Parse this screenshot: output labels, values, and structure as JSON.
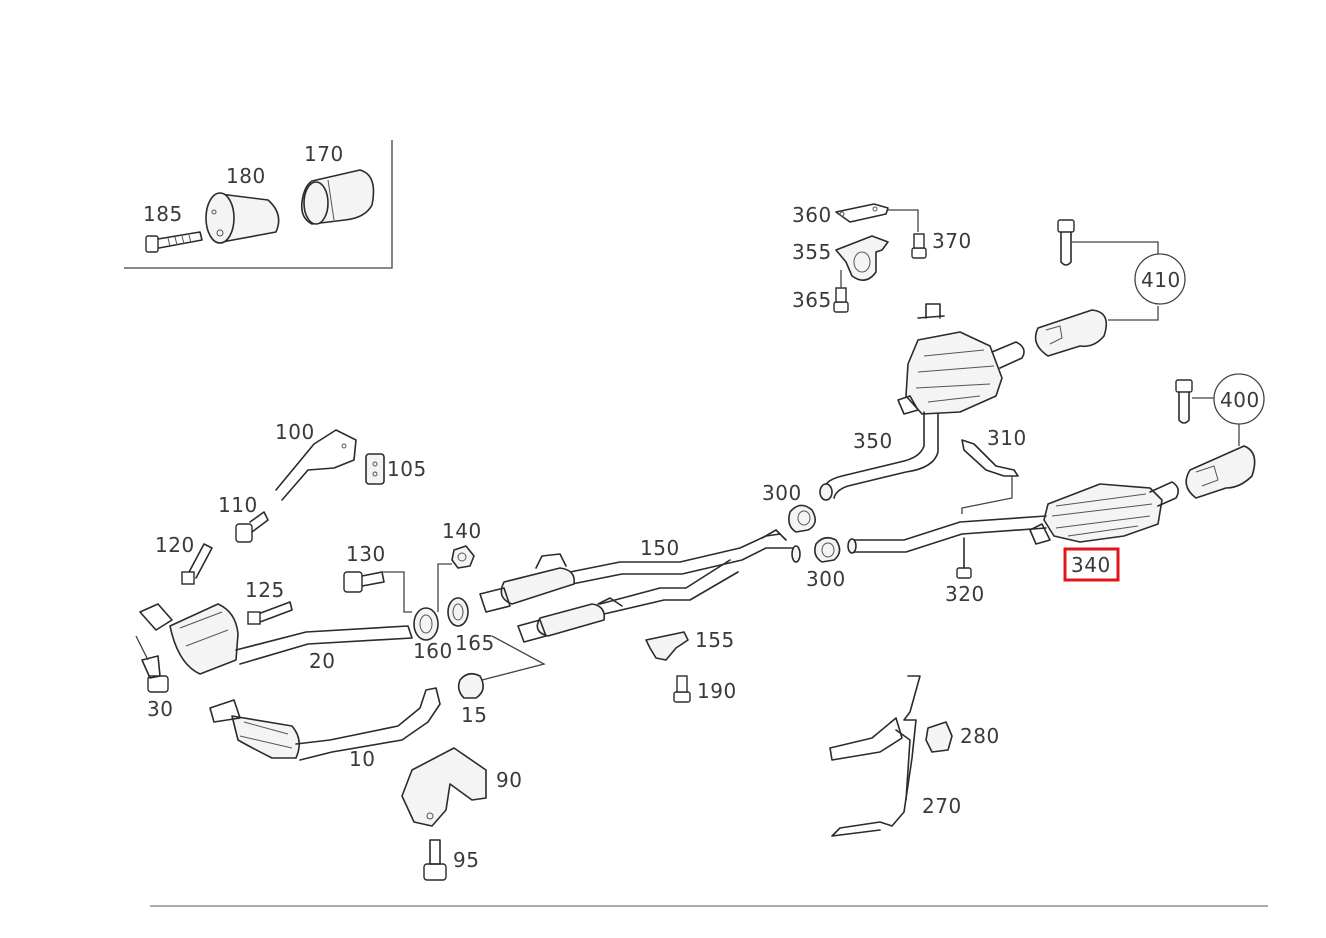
{
  "highlight_color": "#e0141a",
  "highlighted_part": "340",
  "parts": {
    "p10": "10",
    "p15": "15",
    "p20": "20",
    "p30": "30",
    "p90": "90",
    "p95": "95",
    "p100": "100",
    "p105": "105",
    "p110": "110",
    "p120": "120",
    "p125": "125",
    "p130": "130",
    "p140": "140",
    "p150": "150",
    "p155": "155",
    "p160": "160",
    "p165": "165",
    "p170": "170",
    "p180": "180",
    "p185": "185",
    "p190": "190",
    "p270": "270",
    "p280": "280",
    "p300a": "300",
    "p300b": "300",
    "p310": "310",
    "p320": "320",
    "p340": "340",
    "p350": "350",
    "p355": "355",
    "p360": "360",
    "p365": "365",
    "p370": "370",
    "p400": "400",
    "p410": "410"
  },
  "icons": {
    "oxygen_sensor": "oxygen-sensor-icon",
    "bolt": "bolt-icon",
    "clamp": "clamp-icon",
    "muffler": "muffler-icon",
    "catalytic_converter": "catalytic-converter-icon"
  }
}
